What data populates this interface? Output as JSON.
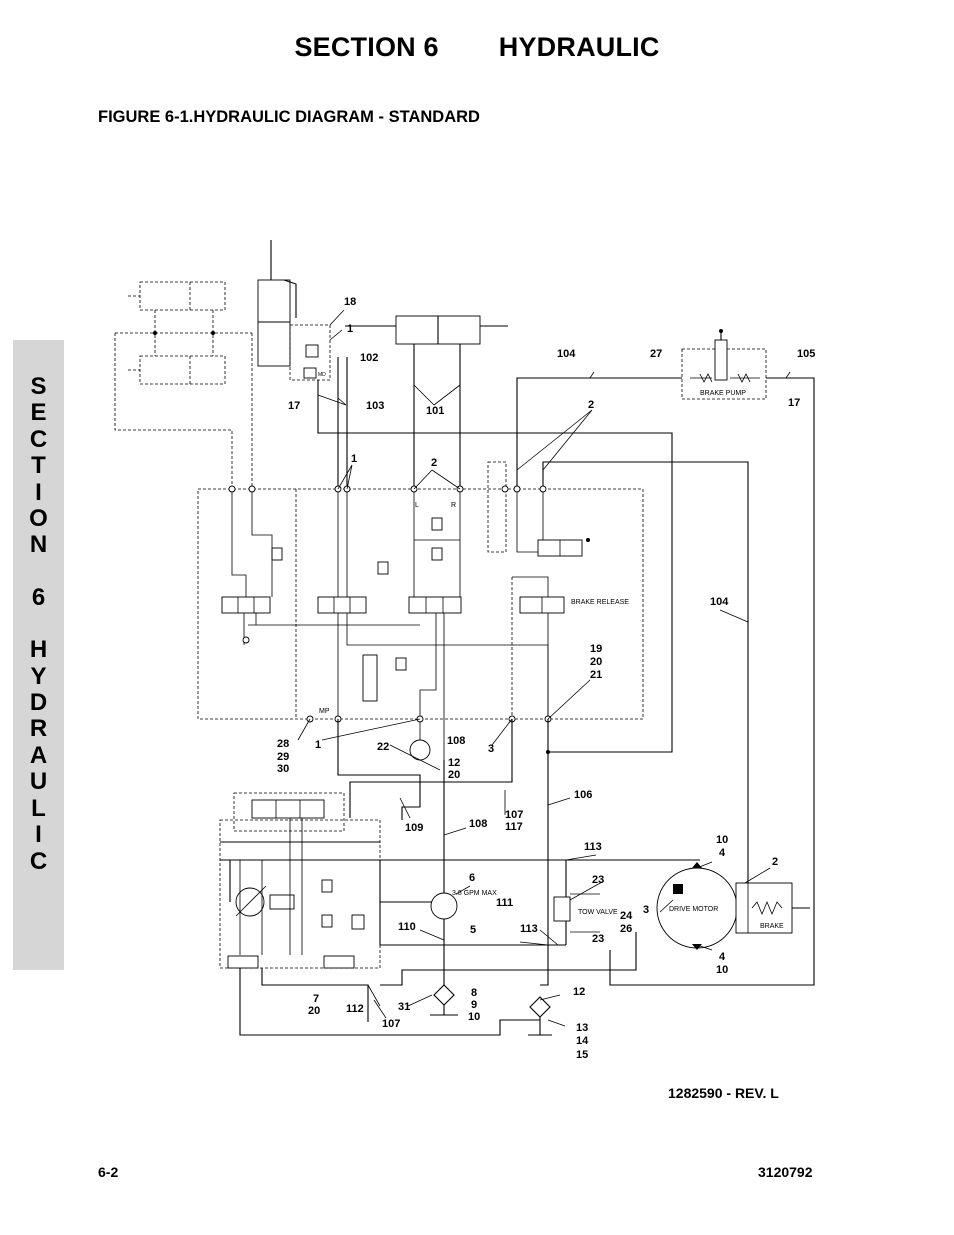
{
  "header": {
    "section": "SECTION 6",
    "title": "HYDRAULIC",
    "figure_caption": "FIGURE 6-1.HYDRAULIC DIAGRAM - STANDARD"
  },
  "side_tab": {
    "letters": [
      "S",
      "E",
      "C",
      "T",
      "I",
      "O",
      "N",
      "",
      "6",
      "",
      "H",
      "Y",
      "D",
      "R",
      "A",
      "U",
      "L",
      "I",
      "C"
    ]
  },
  "diagram": {
    "component_labels": {
      "drive_motor": "DRIVE MOTOR",
      "brake": "BRAKE",
      "brake_pump": "BRAKE PUMP",
      "tow_valve": "TOW VALVE",
      "brake_release": "BRAKE RELEASE",
      "pump_rating": "3.8 GPM MAX",
      "port_mp": "MP",
      "port_l": "L",
      "port_r": "R"
    },
    "callouts": {
      "c18": "18",
      "c1a": "1",
      "c102": "102",
      "c17a": "17",
      "c103": "103",
      "c101": "101",
      "c104a": "104",
      "c27": "27",
      "c105": "105",
      "c17b": "17",
      "c2a": "2",
      "c1b": "1",
      "c2b": "2",
      "c104b": "104",
      "c19": "19",
      "c20a": "20",
      "c21": "21",
      "c28": "28",
      "c29": "29",
      "c30": "30",
      "c1c": "1",
      "c22": "22",
      "c108a": "108",
      "c3a": "3",
      "c12a": "12",
      "c20b": "20",
      "c106": "106",
      "c107a": "107",
      "c117": "117",
      "c109": "109",
      "c108b": "108",
      "c113a": "113",
      "c10a": "10",
      "c4a": "4",
      "c2c": "2",
      "c6": "6",
      "c111": "111",
      "c23a": "23",
      "c3b": "3",
      "c24": "24",
      "c26": "26",
      "c110": "110",
      "c5": "5",
      "c113b": "113",
      "c23b": "23",
      "c4b": "4",
      "c10b": "10",
      "c7": "7",
      "c20c": "20",
      "c112": "112",
      "c107b": "107",
      "c31": "31",
      "c8": "8",
      "c9": "9",
      "c10c": "10",
      "c12b": "12",
      "c13": "13",
      "c14": "14",
      "c15": "15"
    }
  },
  "footer": {
    "drawing_number": "1282590 - REV. L",
    "page_number": "6-2",
    "document_number": "3120792"
  }
}
